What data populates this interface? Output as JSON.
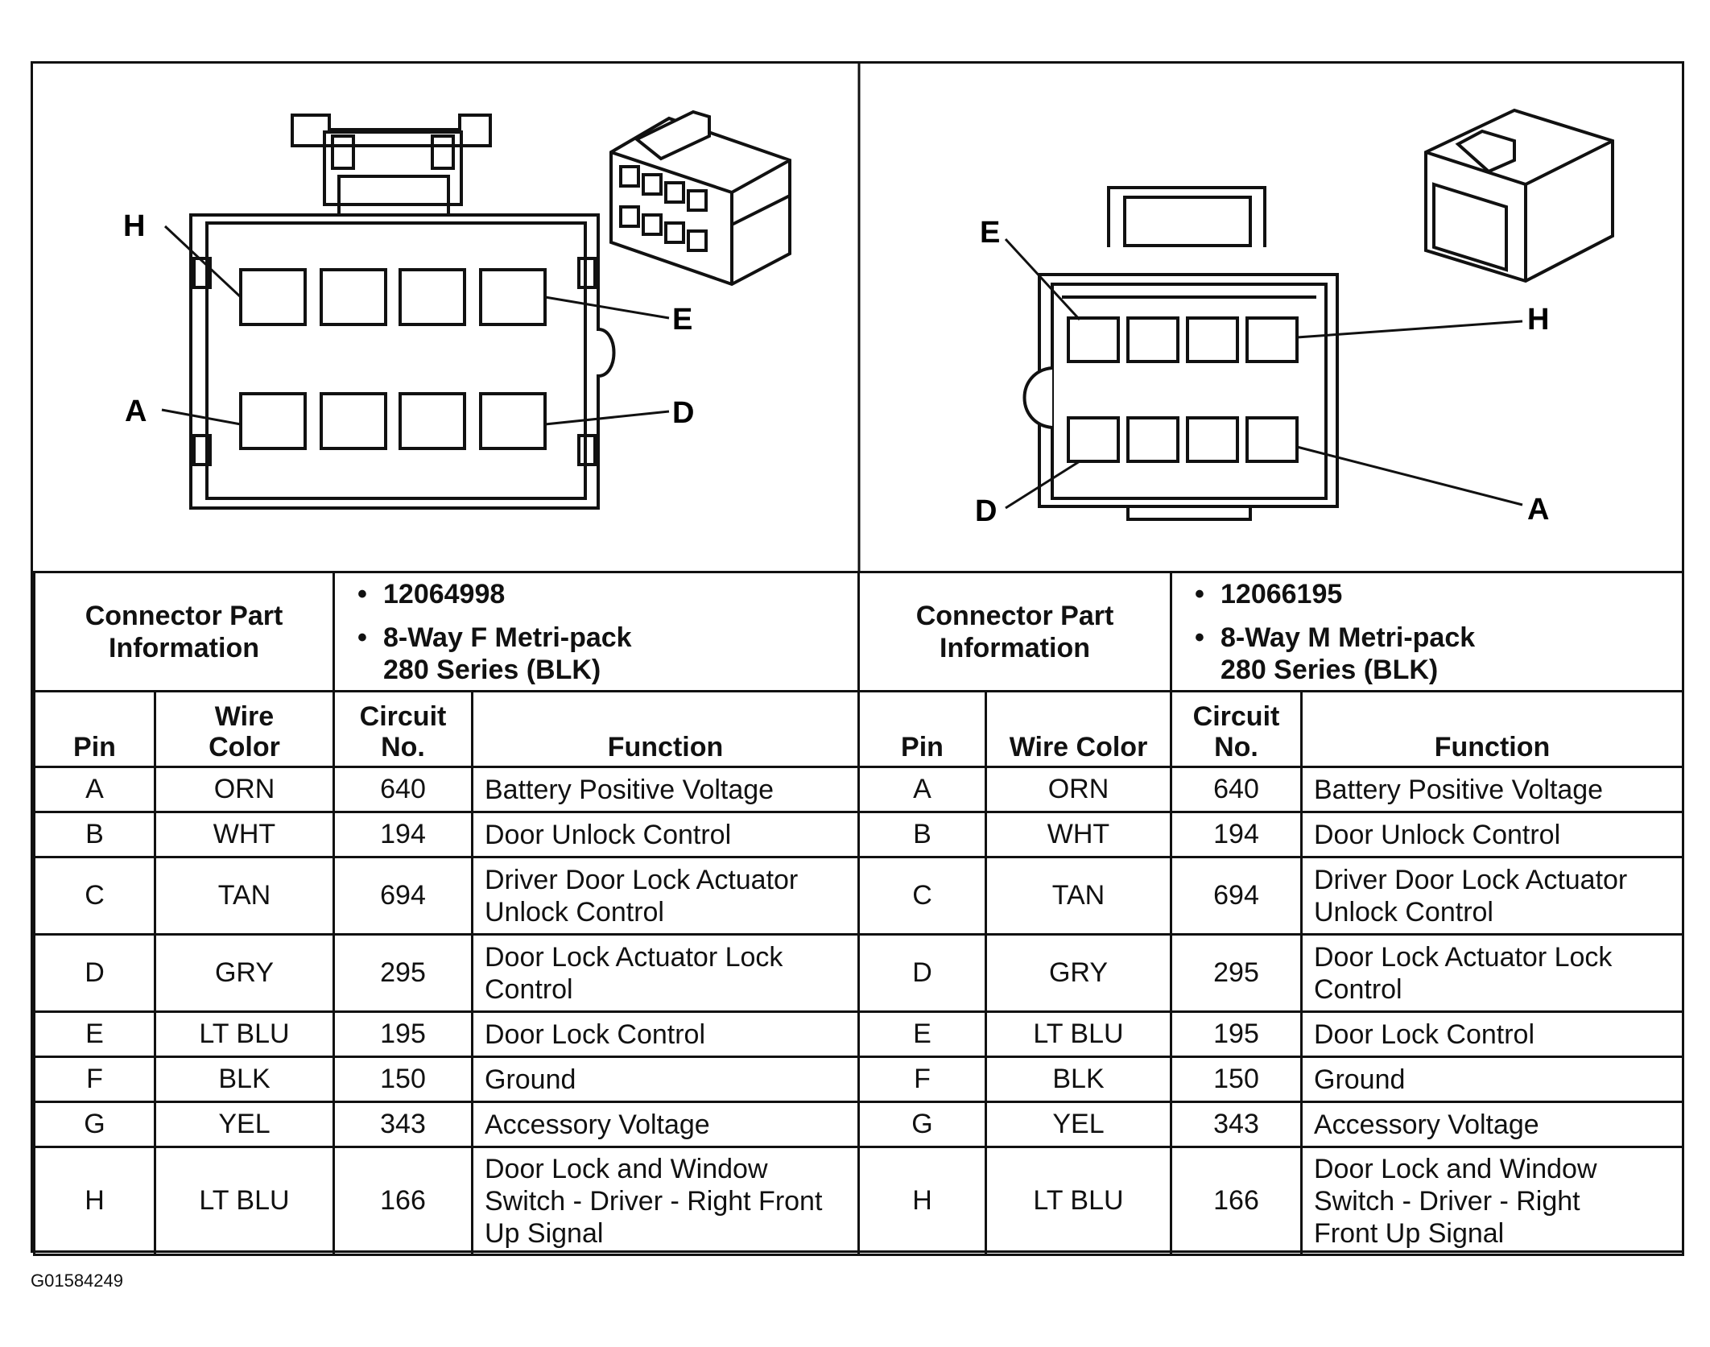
{
  "figure_id": "G01584249",
  "connectors": [
    {
      "header_title_line1": "Connector Part",
      "header_title_line2": "Information",
      "part_number": "12064998",
      "part_desc_line1": "8-Way F Metri-pack",
      "part_desc_line2": "280 Series (BLK)",
      "col_pin": "Pin",
      "col_wire_color_line1": "Wire",
      "col_wire_color_line2": "Color",
      "col_circuit_line1": "Circuit",
      "col_circuit_line2": "No.",
      "col_function": "Function",
      "pin_callouts": {
        "top_left": "H",
        "top_right": "E",
        "bottom_left": "A",
        "bottom_right": "D"
      },
      "rows": [
        {
          "pin": "A",
          "wire": "ORN",
          "circuit": "640",
          "function": [
            "Battery Positive Voltage"
          ]
        },
        {
          "pin": "B",
          "wire": "WHT",
          "circuit": "194",
          "function": [
            "Door Unlock Control"
          ]
        },
        {
          "pin": "C",
          "wire": "TAN",
          "circuit": "694",
          "function": [
            "Driver Door Lock Actuator",
            "Unlock Control"
          ]
        },
        {
          "pin": "D",
          "wire": "GRY",
          "circuit": "295",
          "function": [
            "Door Lock Actuator Lock",
            "Control"
          ]
        },
        {
          "pin": "E",
          "wire": "LT BLU",
          "circuit": "195",
          "function": [
            "Door Lock Control"
          ]
        },
        {
          "pin": "F",
          "wire": "BLK",
          "circuit": "150",
          "function": [
            "Ground"
          ]
        },
        {
          "pin": "G",
          "wire": "YEL",
          "circuit": "343",
          "function": [
            "Accessory Voltage"
          ]
        },
        {
          "pin": "H",
          "wire": "LT BLU",
          "circuit": "166",
          "function": [
            "Door Lock and Window",
            "Switch - Driver - Right Front",
            "Up Signal"
          ]
        }
      ]
    },
    {
      "header_title_line1": "Connector Part",
      "header_title_line2": "Information",
      "part_number": "12066195",
      "part_desc_line1": "8-Way M Metri-pack",
      "part_desc_line2": "280 Series (BLK)",
      "col_pin": "Pin",
      "col_wire_color_line1": "Wire Color",
      "col_wire_color_line2": "",
      "col_circuit_line1": "Circuit",
      "col_circuit_line2": "No.",
      "col_function": "Function",
      "pin_callouts": {
        "top_left": "E",
        "top_right": "H",
        "bottom_left": "D",
        "bottom_right": "A"
      },
      "rows": [
        {
          "pin": "A",
          "wire": "ORN",
          "circuit": "640",
          "function": [
            "Battery Positive Voltage"
          ]
        },
        {
          "pin": "B",
          "wire": "WHT",
          "circuit": "194",
          "function": [
            "Door Unlock Control"
          ]
        },
        {
          "pin": "C",
          "wire": "TAN",
          "circuit": "694",
          "function": [
            "Driver Door Lock Actuator",
            "Unlock Control"
          ]
        },
        {
          "pin": "D",
          "wire": "GRY",
          "circuit": "295",
          "function": [
            "Door Lock Actuator Lock",
            "Control"
          ]
        },
        {
          "pin": "E",
          "wire": "LT BLU",
          "circuit": "195",
          "function": [
            "Door Lock Control"
          ]
        },
        {
          "pin": "F",
          "wire": "BLK",
          "circuit": "150",
          "function": [
            "Ground"
          ]
        },
        {
          "pin": "G",
          "wire": "YEL",
          "circuit": "343",
          "function": [
            "Accessory Voltage"
          ]
        },
        {
          "pin": "H",
          "wire": "LT BLU",
          "circuit": "166",
          "function": [
            "Door Lock and Window",
            "Switch - Driver - Right",
            "Front Up Signal"
          ]
        }
      ]
    }
  ]
}
